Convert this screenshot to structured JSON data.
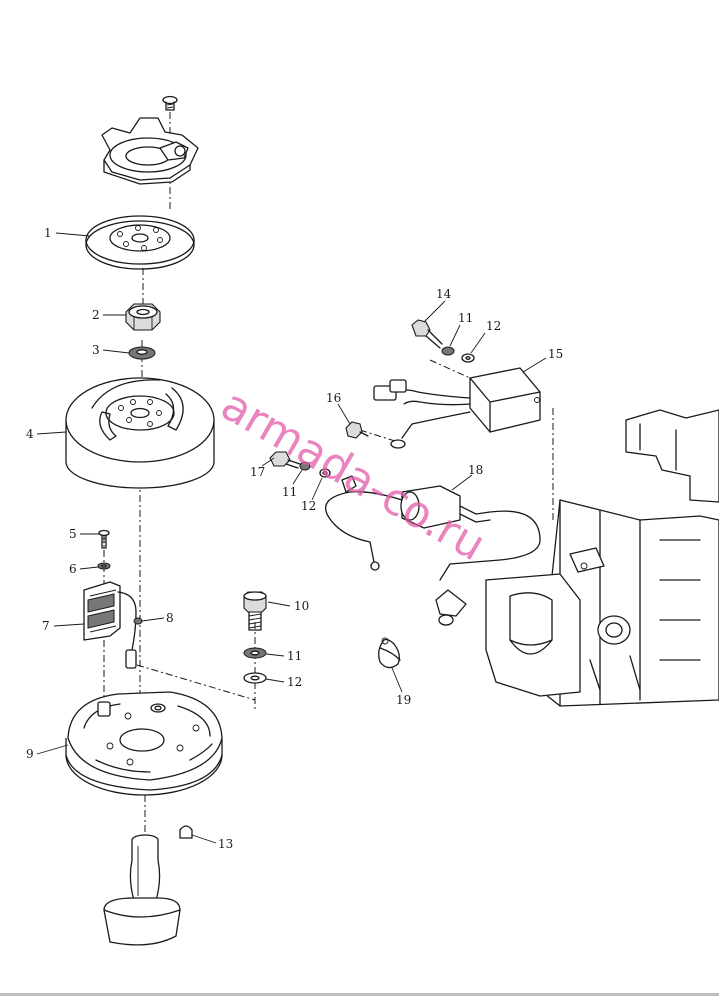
{
  "watermark": "armada-co.ru",
  "callouts": [
    {
      "id": "callout-1",
      "text": "1"
    },
    {
      "id": "callout-2",
      "text": "2"
    },
    {
      "id": "callout-3",
      "text": "3"
    },
    {
      "id": "callout-4",
      "text": "4"
    },
    {
      "id": "callout-5",
      "text": "5"
    },
    {
      "id": "callout-6",
      "text": "6"
    },
    {
      "id": "callout-7",
      "text": "7"
    },
    {
      "id": "callout-8",
      "text": "8"
    },
    {
      "id": "callout-9",
      "text": "9"
    },
    {
      "id": "callout-10",
      "text": "10"
    },
    {
      "id": "callout-11a",
      "text": "11"
    },
    {
      "id": "callout-12a",
      "text": "12"
    },
    {
      "id": "callout-13",
      "text": "13"
    },
    {
      "id": "callout-14",
      "text": "14"
    },
    {
      "id": "callout-11b",
      "text": "11"
    },
    {
      "id": "callout-12b",
      "text": "12"
    },
    {
      "id": "callout-15",
      "text": "15"
    },
    {
      "id": "callout-16",
      "text": "16"
    },
    {
      "id": "callout-17",
      "text": "17"
    },
    {
      "id": "callout-11c",
      "text": "11"
    },
    {
      "id": "callout-12c",
      "text": "12"
    },
    {
      "id": "callout-18",
      "text": "18"
    },
    {
      "id": "callout-19",
      "text": "19"
    }
  ]
}
